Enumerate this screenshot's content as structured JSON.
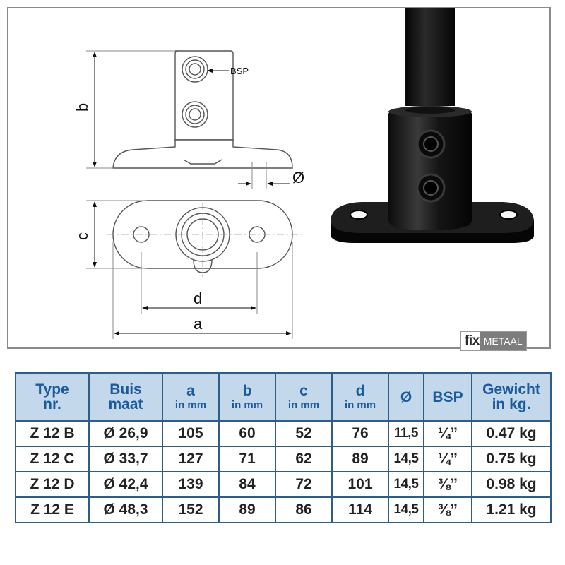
{
  "drawing": {
    "labels": {
      "a": "a",
      "b": "b",
      "c": "c",
      "d": "d",
      "diameter": "Ø",
      "bsp": "BSP"
    }
  },
  "logo": {
    "part1": "fix",
    "part2": "METAAL"
  },
  "table": {
    "headers": [
      {
        "main": "Type",
        "sub": "nr."
      },
      {
        "main": "Buis",
        "sub": "maat"
      },
      {
        "main": "a",
        "sub": "in mm"
      },
      {
        "main": "b",
        "sub": "in mm"
      },
      {
        "main": "c",
        "sub": "in mm"
      },
      {
        "main": "d",
        "sub": "in mm"
      },
      {
        "main": "Ø",
        "sub": ""
      },
      {
        "main": "BSP",
        "sub": ""
      },
      {
        "main": "Gewicht",
        "sub": "in kg."
      }
    ],
    "rows": [
      {
        "type": "Z 12 B",
        "buis": "Ø 26,9",
        "a": "105",
        "b": "60",
        "c": "52",
        "d": "76",
        "dia": "11,5",
        "bsp": "¼”",
        "gewicht": "0.47 kg"
      },
      {
        "type": "Z 12 C",
        "buis": "Ø 33,7",
        "a": "127",
        "b": "71",
        "c": "62",
        "d": "89",
        "dia": "14,5",
        "bsp": "¼”",
        "gewicht": "0.75 kg"
      },
      {
        "type": "Z 12 D",
        "buis": "Ø 42,4",
        "a": "139",
        "b": "84",
        "c": "72",
        "d": "101",
        "dia": "14,5",
        "bsp": "⅜”",
        "gewicht": "0.98 kg"
      },
      {
        "type": "Z 12 E",
        "buis": "Ø 48,3",
        "a": "152",
        "b": "89",
        "c": "86",
        "d": "114",
        "dia": "14,5",
        "bsp": "⅜”",
        "gewicht": "1.21 kg"
      }
    ]
  }
}
